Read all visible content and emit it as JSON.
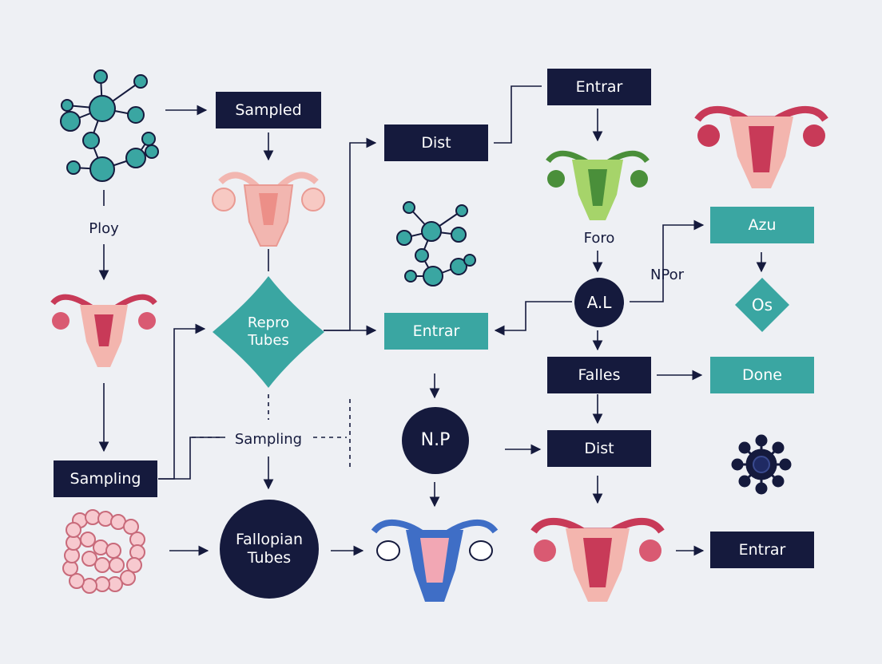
{
  "nodes": {
    "sampled_box": "Sampled",
    "dist_top_box": "Dist",
    "entrar_top_box": "Entrar",
    "azu_box": "Azu",
    "ploy_label": "Ploy",
    "foro_label": "Foro",
    "npor_label": "NPor",
    "repro_diamond": "Repro\nTubes",
    "entrar_mid_box": "Entrar",
    "al_circle": "A.L",
    "os_diamond": "Os",
    "falles_box": "Falles",
    "done_box": "Done",
    "dist_low_box": "Dist",
    "np_circle": "N.P",
    "sampling_box": "Sampling",
    "sampling_label": "Sampling",
    "fallopian_circle": "Fallopian\nTubes",
    "entrar_bottom_box": "Entrar"
  },
  "colors": {
    "dark": "#151a3d",
    "teal": "#3aa6a2",
    "pink": "#f2b6b0",
    "crimson": "#c83a58",
    "green": "#8bc34a",
    "blue": "#3f6ec6",
    "background": "#eef0f4"
  },
  "icons": [
    "molecule-icon",
    "uterus-icon",
    "intestine-icon",
    "virus-icon"
  ]
}
